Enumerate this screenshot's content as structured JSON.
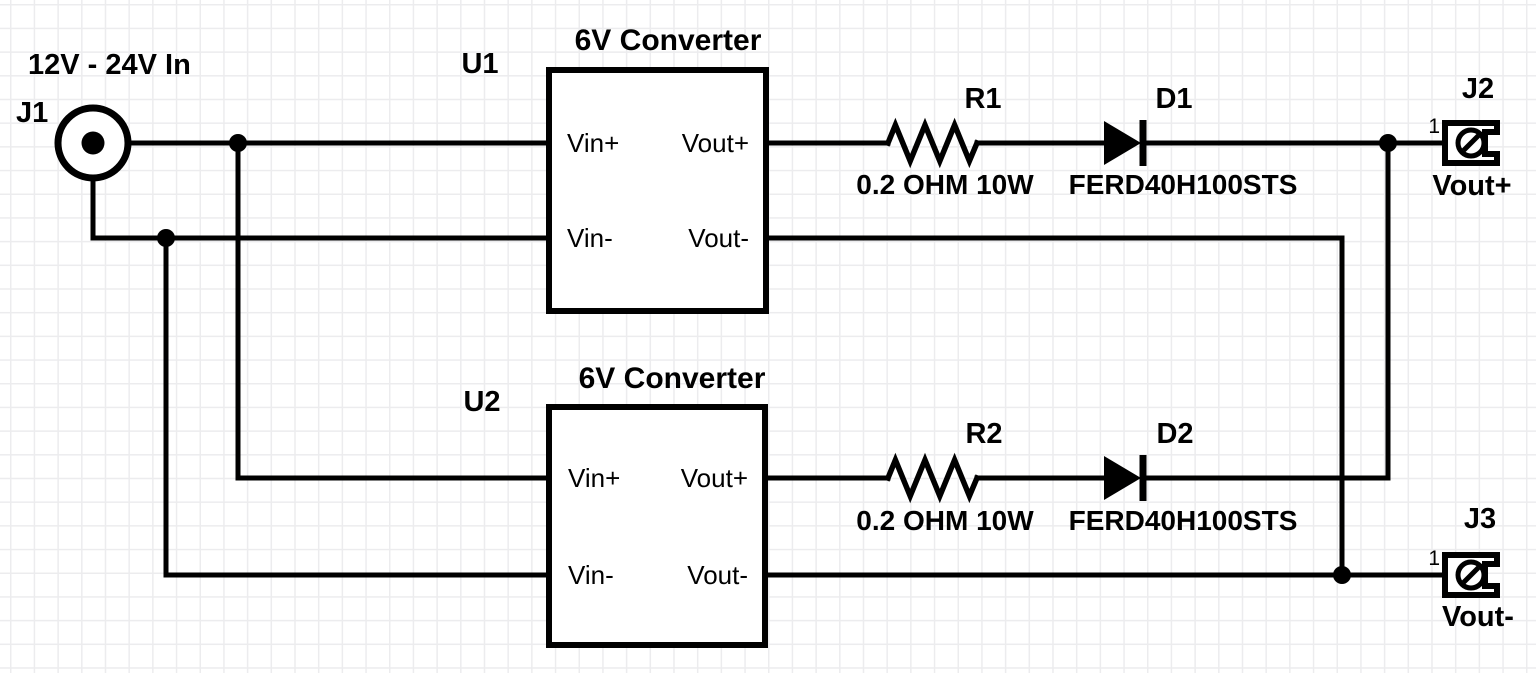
{
  "schematic": {
    "power_input": {
      "label": "12V - 24V In",
      "connector_ref": "J1"
    },
    "converters": {
      "u1": {
        "ref": "U1",
        "title": "6V Converter",
        "pins": {
          "vin_plus": "Vin+",
          "vin_minus": "Vin-",
          "vout_plus": "Vout+",
          "vout_minus": "Vout-"
        }
      },
      "u2": {
        "ref": "U2",
        "title": "6V Converter",
        "pins": {
          "vin_plus": "Vin+",
          "vin_minus": "Vin-",
          "vout_plus": "Vout+",
          "vout_minus": "Vout-"
        }
      }
    },
    "resistors": {
      "r1": {
        "ref": "R1",
        "value": "0.2 OHM 10W"
      },
      "r2": {
        "ref": "R2",
        "value": "0.2 OHM 10W"
      }
    },
    "diodes": {
      "d1": {
        "ref": "D1",
        "part": "FERD40H100STS"
      },
      "d2": {
        "ref": "D2",
        "part": "FERD40H100STS"
      }
    },
    "outputs": {
      "j2": {
        "ref": "J2",
        "net": "Vout+",
        "pin": "1"
      },
      "j3": {
        "ref": "J3",
        "net": "Vout-",
        "pin": "1"
      }
    },
    "colors": {
      "ink": "#000000",
      "background": "#ffffff",
      "grid_line": "#ececee"
    }
  }
}
